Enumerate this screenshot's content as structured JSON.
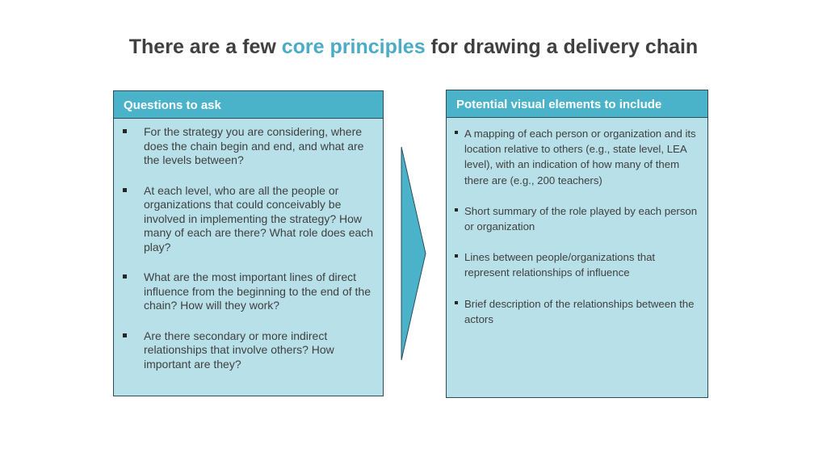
{
  "title": {
    "before": "There are a few ",
    "accent": "core principles",
    "after": " for drawing a delivery chain"
  },
  "left_panel": {
    "header": "Questions to ask",
    "items": [
      "For the strategy you are considering, where does the chain begin and end, and what are the levels between?",
      "At each level, who are all the people or organizations that could conceivably be involved in implementing the strategy? How many of each are there?  What role does each play?",
      "What are the most important lines of direct influence from the beginning to the end of the chain?  How will they work?",
      "Are there secondary or more indirect relationships that involve others?  How important are they?"
    ]
  },
  "right_panel": {
    "header": "Potential visual elements to include",
    "items": [
      "A mapping of each person or organization and its location relative to others (e.g., state level, LEA level), with an indication of how many of them there are (e.g., 200 teachers)",
      "Short summary of the role played by each person or organization",
      "Lines between people/organizations that represent relationships of influence",
      "Brief description of the relationships between the actors"
    ]
  },
  "colors": {
    "title": "#404040",
    "accent": "#4bacc6",
    "header_fill": "#4bb3c9",
    "panel_fill": "#b7e0e9",
    "border": "#2b4e5a",
    "chevron_fill": "#4bb3c9"
  },
  "icons": {
    "bullet": "square-bullet-icon",
    "arrow": "chevron-right-icon"
  }
}
